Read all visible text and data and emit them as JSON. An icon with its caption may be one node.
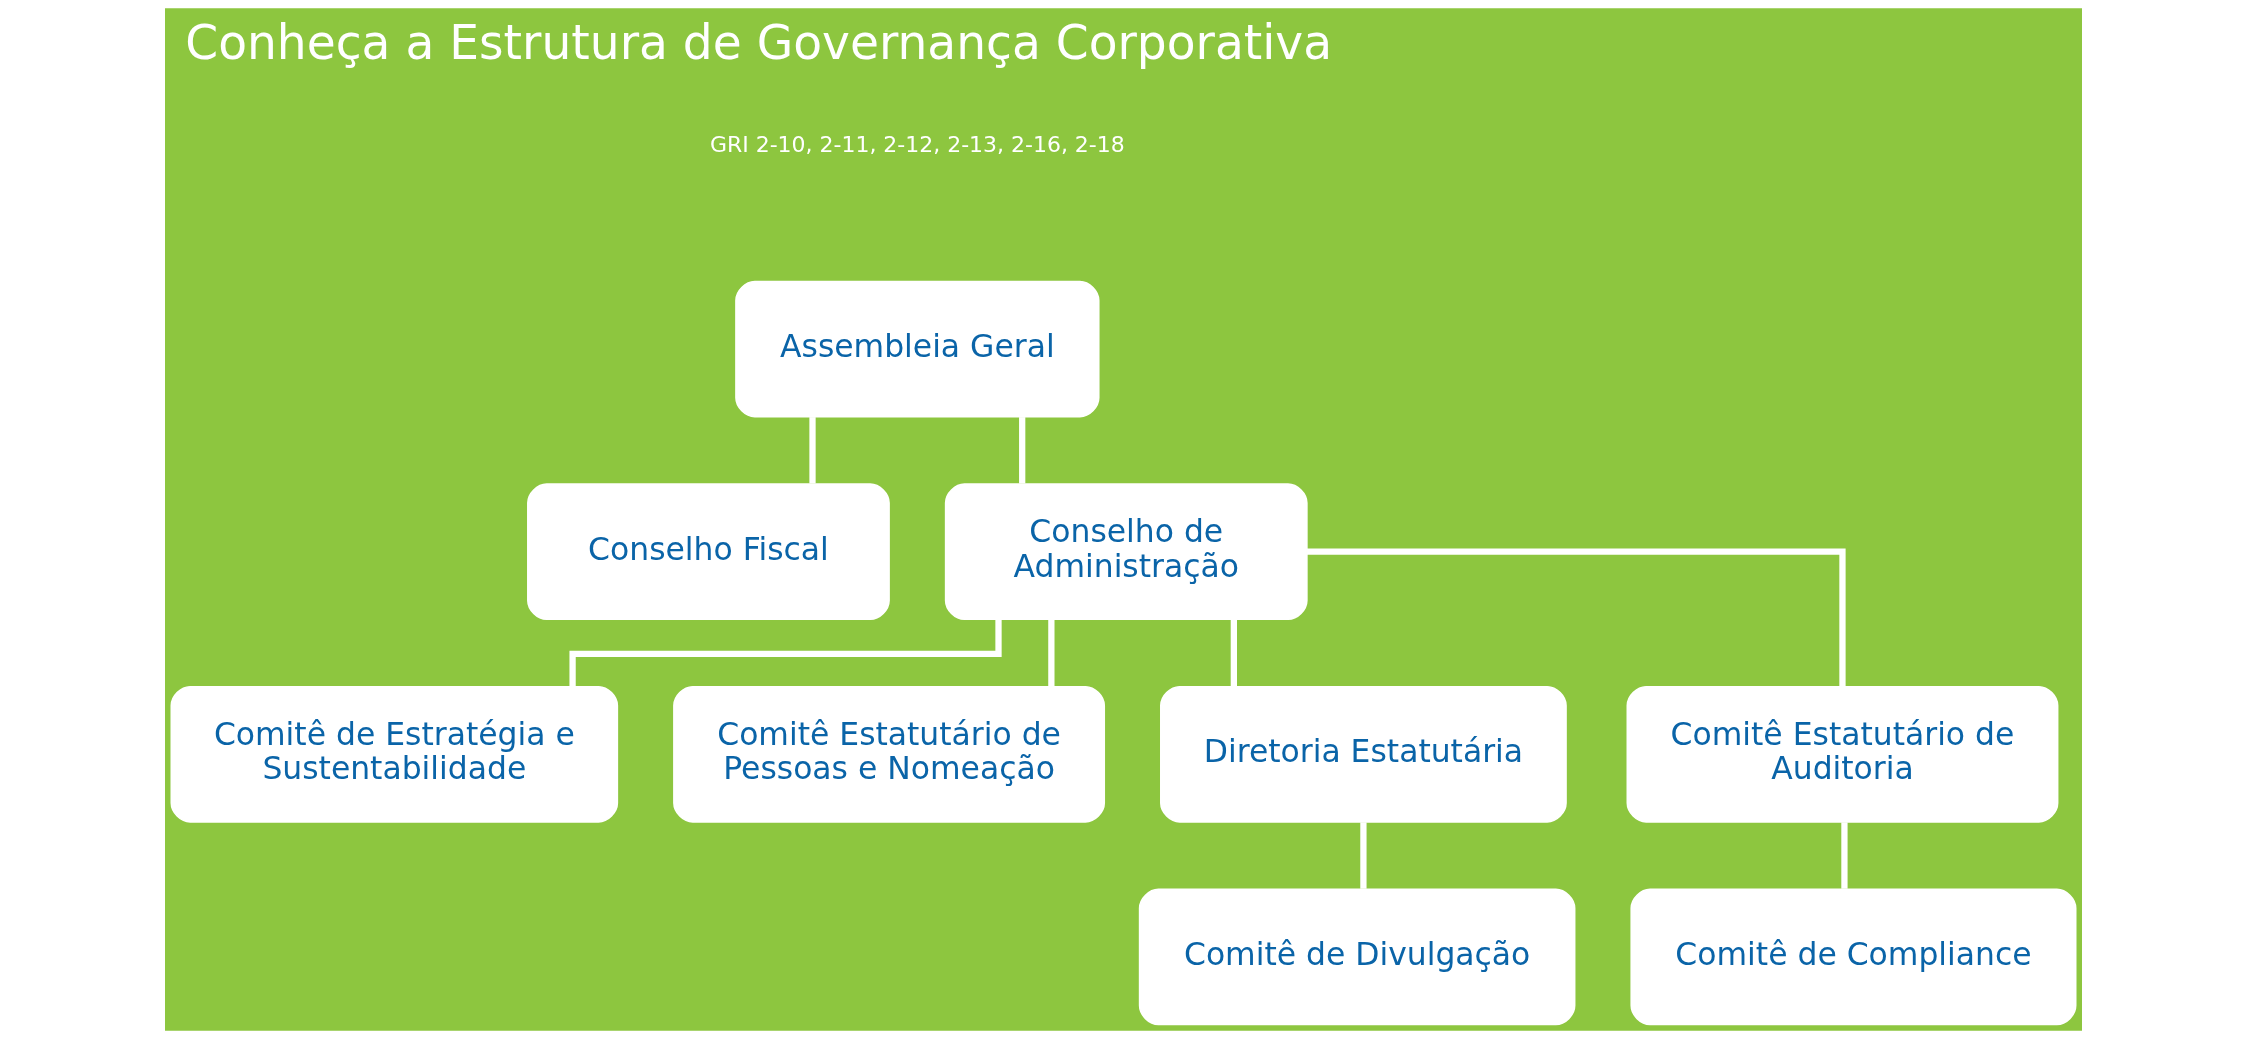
{
  "diagram": {
    "title": "Conheça a Estrutura de Governança Corporativa",
    "nodes": [
      {
        "text": [
          "Assembleia Geral"
        ]
      },
      {
        "text": [
          "Conselho Fiscal"
        ]
      },
      {
        "text": [
          "Conselho de Administração"
        ]
      },
      {
        "text": [
          "Comitê de Estratégia e Sustentabilidade"
        ]
      },
      {
        "text": [
          "Comitê Estatutário de Pessoas e Nomeação"
        ]
      },
      {
        "text": [
          "Diretoria Estatutária"
        ]
      },
      {
        "text": [
          "Comitê Estatutário de Auditoria"
        ]
      },
      {
        "text": [
          "Comitê de Divulgação"
        ]
      },
      {
        "text": [
          "Comitê de Compliance"
        ]
      }
    ],
    "edges": [
      {
        "from": 0,
        "to": 2,
        "arrow": "none"
      },
      {
        "from": 0,
        "to": 1,
        "arrow": "none"
      },
      {
        "from": 2,
        "to": 3,
        "arrow": "none"
      },
      {
        "from": 2,
        "to": 4,
        "arrow": "none"
      },
      {
        "from": 2,
        "to": 5,
        "arrow": "none"
      },
      {
        "from": 2,
        "to": 6,
        "arrow": "none"
      },
      {
        "from": 5,
        "to": 7,
        "arrow": "none"
      },
      {
        "from": 6,
        "to": 8,
        "arrow": "none"
      }
    ],
    "labels": [
      "GRI 2-10, 2-11, 2-12, 2-13, 2-16, 2-18"
    ]
  }
}
